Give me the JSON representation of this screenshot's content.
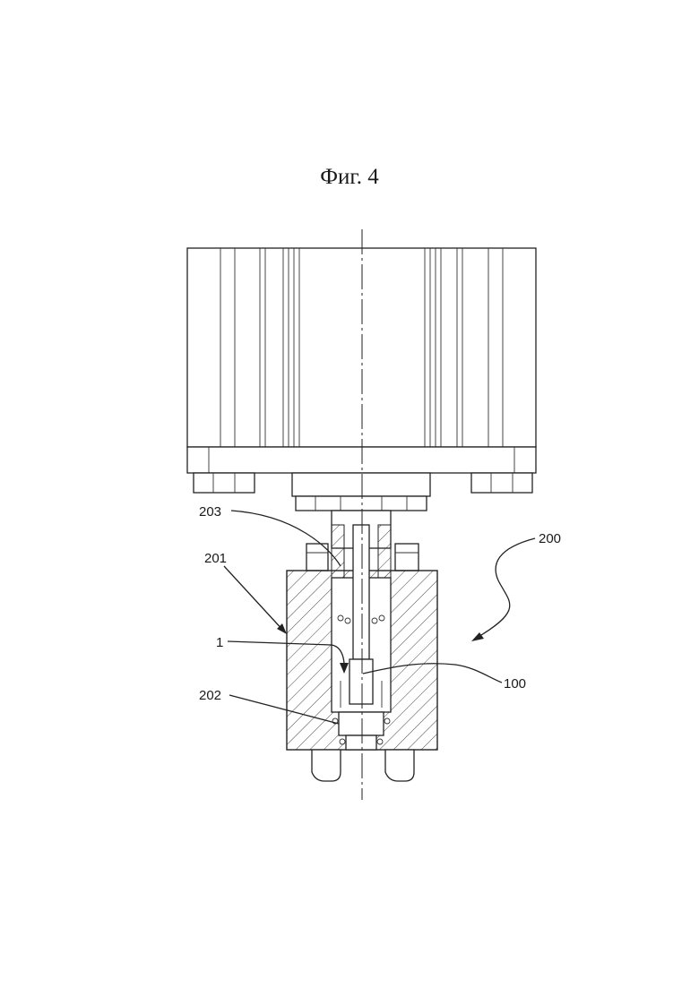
{
  "figure": {
    "title": "Фиг. 4"
  },
  "labels": {
    "l203": "203",
    "l201": "201",
    "l200": "200",
    "l1": "1",
    "l100": "100",
    "l202": "202"
  }
}
